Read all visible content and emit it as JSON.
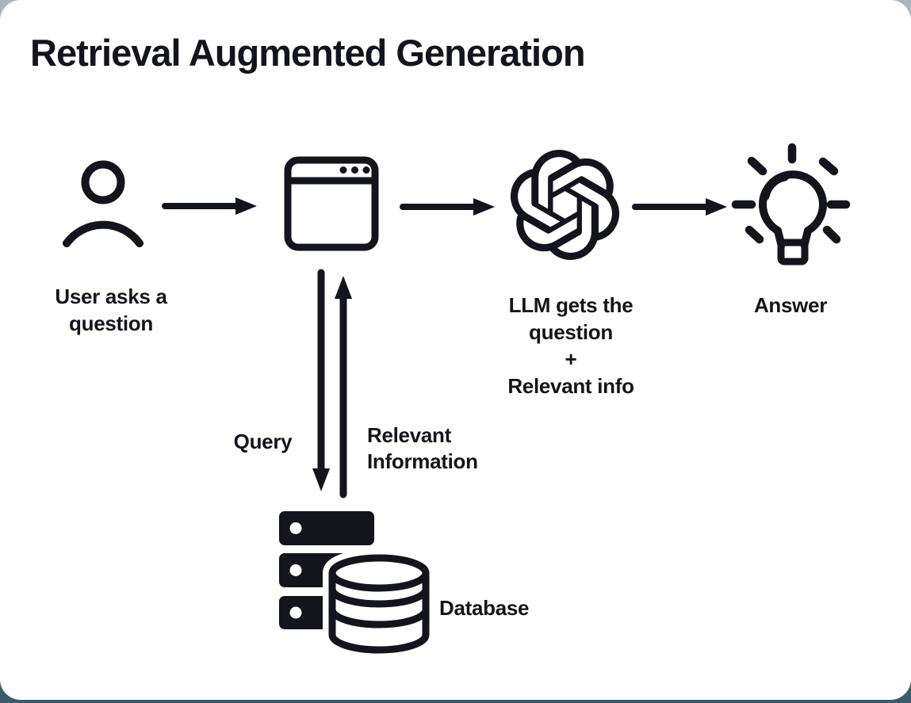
{
  "page": {
    "background_top": "#a9b6bc",
    "background_bottom": "#3e5a66",
    "card_color": "#ffffff",
    "ink_color": "#14141d"
  },
  "title": "Retrieval Augmented Generation",
  "diagram": {
    "nodes": {
      "user": {
        "icon": "user-icon",
        "label": "User asks a\nquestion"
      },
      "browser": {
        "icon": "browser-window-icon",
        "label": ""
      },
      "llm": {
        "icon": "openai-logo-icon",
        "label": "LLM gets the\nquestion\n+\nRelevant info"
      },
      "answer": {
        "icon": "lightbulb-icon",
        "label": "Answer"
      },
      "database": {
        "icon": "database-icon",
        "label": "Database"
      }
    },
    "edges": [
      {
        "from": "user",
        "to": "browser",
        "type": "arrow-right",
        "label": ""
      },
      {
        "from": "browser",
        "to": "llm",
        "type": "arrow-right",
        "label": ""
      },
      {
        "from": "llm",
        "to": "answer",
        "type": "arrow-right",
        "label": ""
      },
      {
        "from": "browser",
        "to": "database",
        "type": "arrow-down",
        "label": "Query"
      },
      {
        "from": "database",
        "to": "browser",
        "type": "arrow-up",
        "label": "Relevant\nInformation"
      }
    ]
  }
}
